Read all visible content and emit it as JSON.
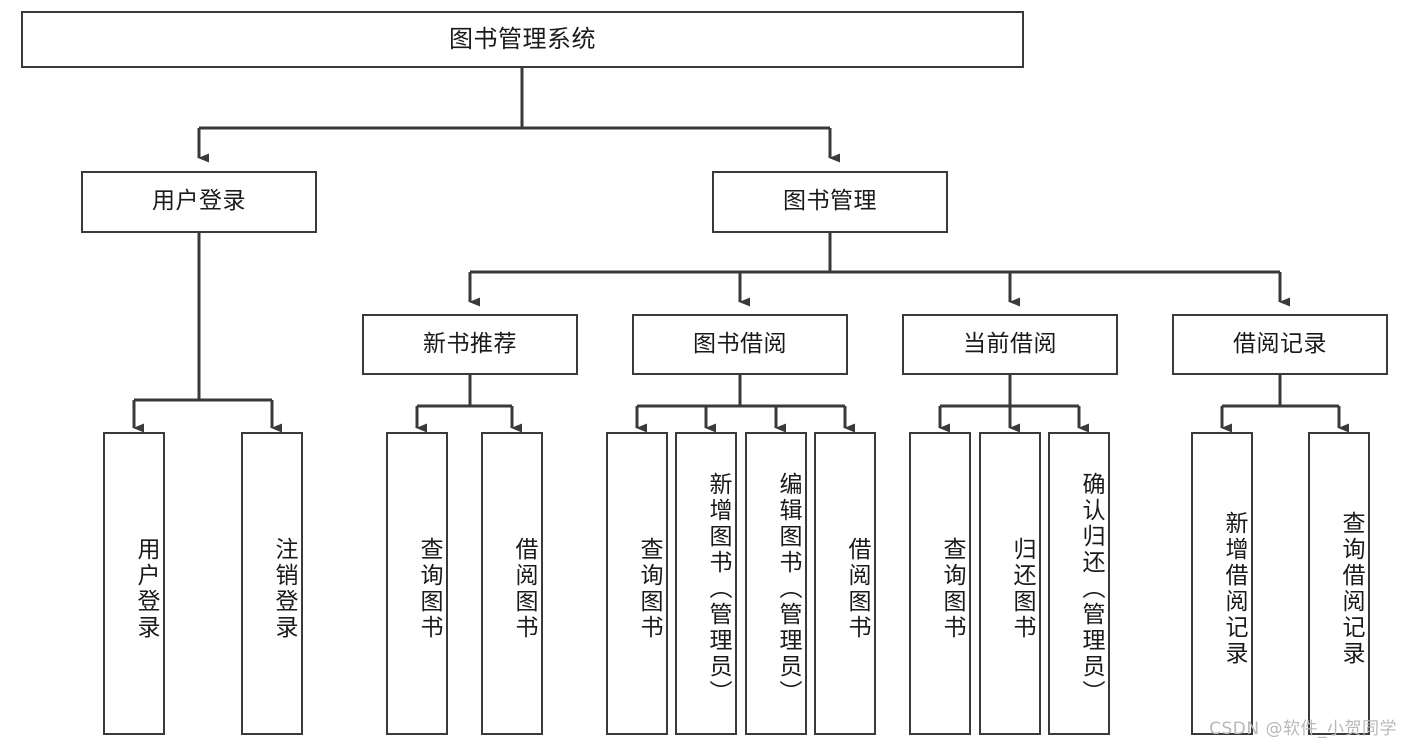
{
  "diagram": {
    "title": "图书管理系统",
    "watermark": "CSDN @软件_小贺同学",
    "colors": {
      "border": "#3a3a3a",
      "text": "#1a1a1a",
      "background": "#ffffff",
      "watermark": "#b9b9b9"
    },
    "levels": {
      "root": {
        "label": "图书管理系统"
      },
      "level2": [
        {
          "label": "用户登录"
        },
        {
          "label": "图书管理"
        }
      ],
      "level3": [
        {
          "label": "新书推荐"
        },
        {
          "label": "图书借阅"
        },
        {
          "label": "当前借阅"
        },
        {
          "label": "借阅记录"
        }
      ],
      "leaves": {
        "user_login": [
          {
            "label": "用户登录"
          },
          {
            "label": "注销登录"
          }
        ],
        "new_book_recommend": [
          {
            "label": "查询图书"
          },
          {
            "label": "借阅图书"
          }
        ],
        "book_borrow": [
          {
            "label": "查询图书"
          },
          {
            "label": "新增图书（管理员）"
          },
          {
            "label": "编辑图书（管理员）"
          },
          {
            "label": "借阅图书"
          }
        ],
        "current_borrow": [
          {
            "label": "查询图书"
          },
          {
            "label": "归还图书"
          },
          {
            "label": "确认归还（管理员）"
          }
        ],
        "borrow_record": [
          {
            "label": "新增借阅记录"
          },
          {
            "label": "查询借阅记录"
          }
        ]
      }
    }
  }
}
